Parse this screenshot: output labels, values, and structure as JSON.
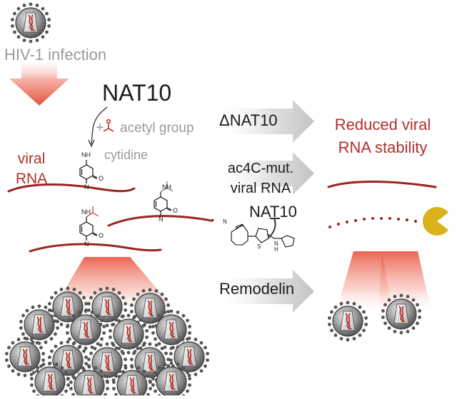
{
  "labels": {
    "infection": "HIV-1 infection",
    "enzyme": "NAT10",
    "plus": "+",
    "acetyl_group": "acetyl group",
    "cytidine": "cytidine",
    "viral_rna_line1": "viral",
    "viral_rna_line2": "RNA",
    "delta_nat10": "ΔNAT10",
    "ac4c_line1": "ac4C-mut.",
    "ac4c_line2": "viral RNA",
    "inhibitor_target": "NAT10",
    "remodelin": "Remodelin",
    "outcome_line1": "Reduced viral",
    "outcome_line2": "RNA stability"
  },
  "chemistry": {
    "nh": "NH",
    "n": "N",
    "o": "O",
    "cyano": "N",
    "thiazole_s": "S",
    "hydrazone_nh": "N",
    "hydrazone_h": "H"
  },
  "colors": {
    "rna": "#9a2520",
    "accent_red": "#b0302a",
    "virion_shell": "#6b6b6b",
    "virion_dots": "#555555",
    "pacman": "#d9b21c",
    "arrow_gray": "#cfcfcf"
  }
}
